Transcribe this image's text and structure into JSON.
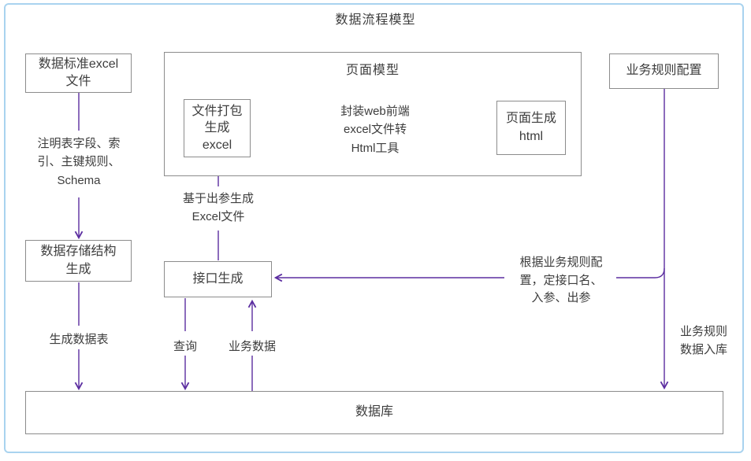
{
  "title": "数据流程模型",
  "colors": {
    "line": "#5b2da0",
    "box_border": "#8c8c8c",
    "text": "#3d3d3d",
    "outer_border": "#a9d3ef"
  },
  "nodes": {
    "data_standard_excel": "数据标准excel\n文件",
    "page_model_title": "页面模型",
    "file_package": "文件打包\n生成\nexcel",
    "page_gen_html": "页面生成\nhtml",
    "business_rules": "业务规则配置",
    "data_storage": "数据存储结构\n生成",
    "interface_gen": "接口生成",
    "database": "数据库"
  },
  "labels": {
    "annotate_fields": "注明表字段、索\n引、主键规则、\nSchema",
    "gen_table": "生成数据表",
    "web_tool": "封装web前端\nexcel文件转\nHtml工具",
    "excel_from_params": "基于出参生成\nExcel文件",
    "query": "查询",
    "business_data": "业务数据",
    "rules_to_interface": "根据业务规则配\n置，定接口名、\n入参、出参",
    "rules_into_db": "业务规则\n数据入库"
  }
}
